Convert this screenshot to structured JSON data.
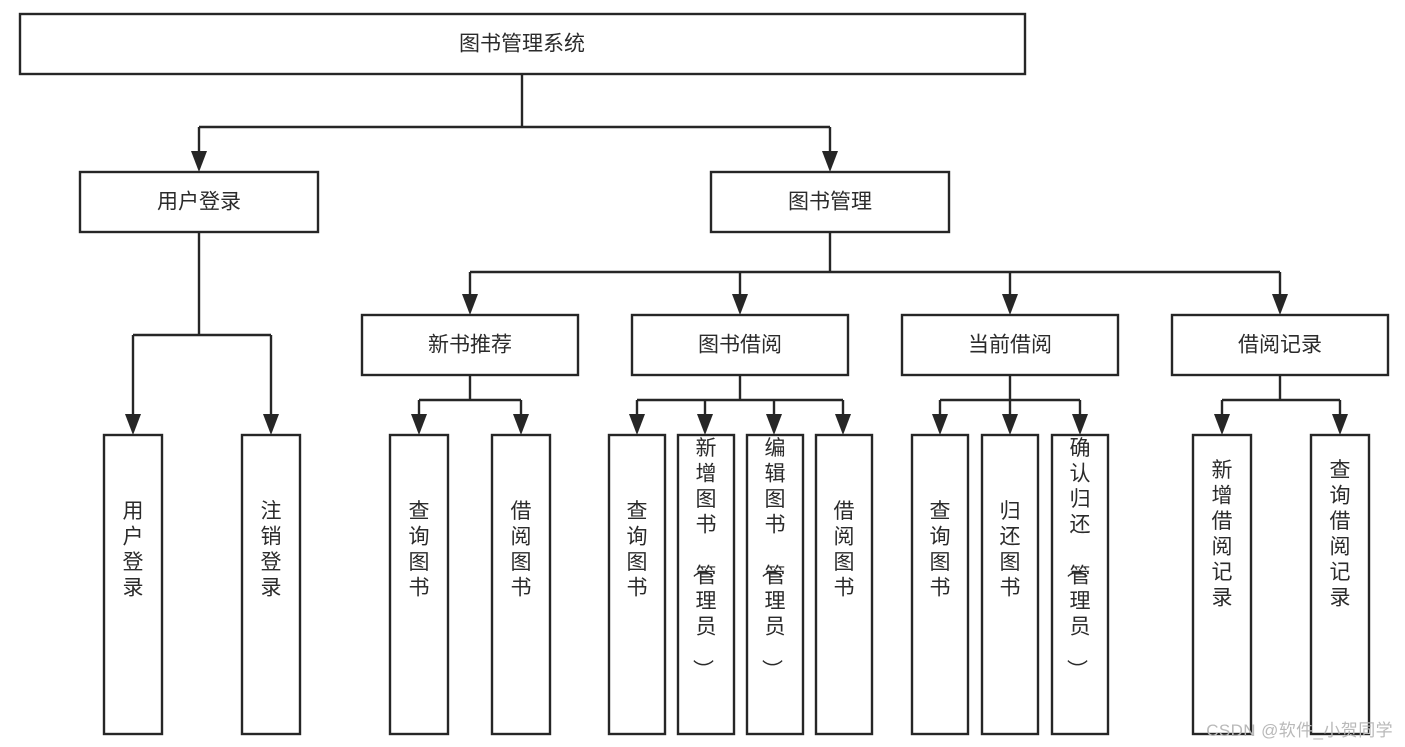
{
  "diagram": {
    "type": "tree-flowchart",
    "title": "图书管理系统",
    "orientation": "top-down",
    "watermark": "CSDN @软件_小贺同学",
    "colors": {
      "box_stroke": "#262626",
      "box_fill": "#ffffff",
      "text": "#2b2b2b",
      "background": "#ffffff",
      "watermark": "#b9b9b9"
    },
    "levels": {
      "root": "图书管理系统",
      "level2": [
        "用户登录",
        "图书管理"
      ],
      "level3": [
        "新书推荐",
        "图书借阅",
        "当前借阅",
        "借阅记录"
      ]
    },
    "nodes": {
      "root": {
        "label": "图书管理系统",
        "orientation": "horizontal"
      },
      "user_login": {
        "label": "用户登录",
        "orientation": "horizontal"
      },
      "book_manage": {
        "label": "图书管理",
        "orientation": "horizontal"
      },
      "new_book_rec": {
        "label": "新书推荐",
        "orientation": "horizontal"
      },
      "book_borrow": {
        "label": "图书借阅",
        "orientation": "horizontal"
      },
      "current_borrow": {
        "label": "当前借阅",
        "orientation": "horizontal"
      },
      "borrow_record": {
        "label": "借阅记录",
        "orientation": "horizontal"
      },
      "leaf_user_login": {
        "label": "用户登录",
        "orientation": "vertical"
      },
      "leaf_logout": {
        "label": "注销登录",
        "orientation": "vertical"
      },
      "leaf_query_book_1": {
        "label": "查询图书",
        "orientation": "vertical"
      },
      "leaf_borrow_book_1": {
        "label": "借阅图书",
        "orientation": "vertical"
      },
      "leaf_query_book_2": {
        "label": "查询图书",
        "orientation": "vertical"
      },
      "leaf_add_book": {
        "label": "新增图书（管理员）",
        "orientation": "vertical"
      },
      "leaf_edit_book": {
        "label": "编辑图书（管理员）",
        "orientation": "vertical"
      },
      "leaf_borrow_book_2": {
        "label": "借阅图书",
        "orientation": "vertical"
      },
      "leaf_query_book_3": {
        "label": "查询图书",
        "orientation": "vertical"
      },
      "leaf_return_book": {
        "label": "归还图书",
        "orientation": "vertical"
      },
      "leaf_confirm_return": {
        "label": "确认归还（管理员）",
        "orientation": "vertical"
      },
      "leaf_add_record": {
        "label": "新增借阅记录",
        "orientation": "vertical"
      },
      "leaf_query_record": {
        "label": "查询借阅记录",
        "orientation": "vertical"
      }
    },
    "edges": [
      {
        "from": "图书管理系统",
        "to": "用户登录"
      },
      {
        "from": "图书管理系统",
        "to": "图书管理"
      },
      {
        "from": "用户登录",
        "to": "用户登录"
      },
      {
        "from": "用户登录",
        "to": "注销登录"
      },
      {
        "from": "图书管理",
        "to": "新书推荐"
      },
      {
        "from": "图书管理",
        "to": "图书借阅"
      },
      {
        "from": "图书管理",
        "to": "当前借阅"
      },
      {
        "from": "图书管理",
        "to": "借阅记录"
      },
      {
        "from": "新书推荐",
        "to": "查询图书"
      },
      {
        "from": "新书推荐",
        "to": "借阅图书"
      },
      {
        "from": "图书借阅",
        "to": "查询图书"
      },
      {
        "from": "图书借阅",
        "to": "新增图书（管理员）"
      },
      {
        "from": "图书借阅",
        "to": "编辑图书（管理员）"
      },
      {
        "from": "图书借阅",
        "to": "借阅图书"
      },
      {
        "from": "当前借阅",
        "to": "查询图书"
      },
      {
        "from": "当前借阅",
        "to": "归还图书"
      },
      {
        "from": "当前借阅",
        "to": "确认归还（管理员）"
      },
      {
        "from": "借阅记录",
        "to": "新增借阅记录"
      },
      {
        "from": "借阅记录",
        "to": "查询借阅记录"
      }
    ]
  }
}
